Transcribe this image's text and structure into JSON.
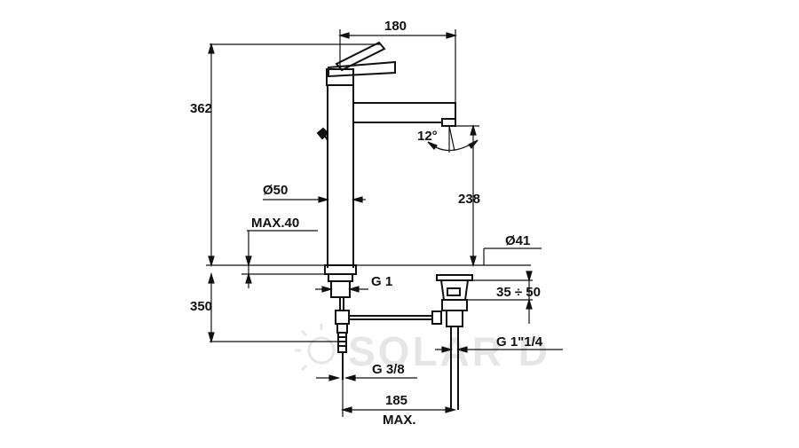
{
  "dimensions": {
    "width_top": "180",
    "total_height": "362",
    "spout_height": "238",
    "spout_angle": "12°",
    "body_diameter": "Ø50",
    "max_thickness": "MAX.40",
    "inlet_thread": "G 1",
    "drain_diameter": "Ø41",
    "below_height": "350",
    "drain_range": "35 ÷ 50",
    "hose_thread": "G 3/8",
    "drain_thread": "G 1\"1/4",
    "bottom_width": "185",
    "bottom_width_note": "MAX."
  },
  "watermark": {
    "text": "SOLAR D"
  },
  "colors": {
    "line": "#111111",
    "watermark": "#e6e6e6"
  }
}
